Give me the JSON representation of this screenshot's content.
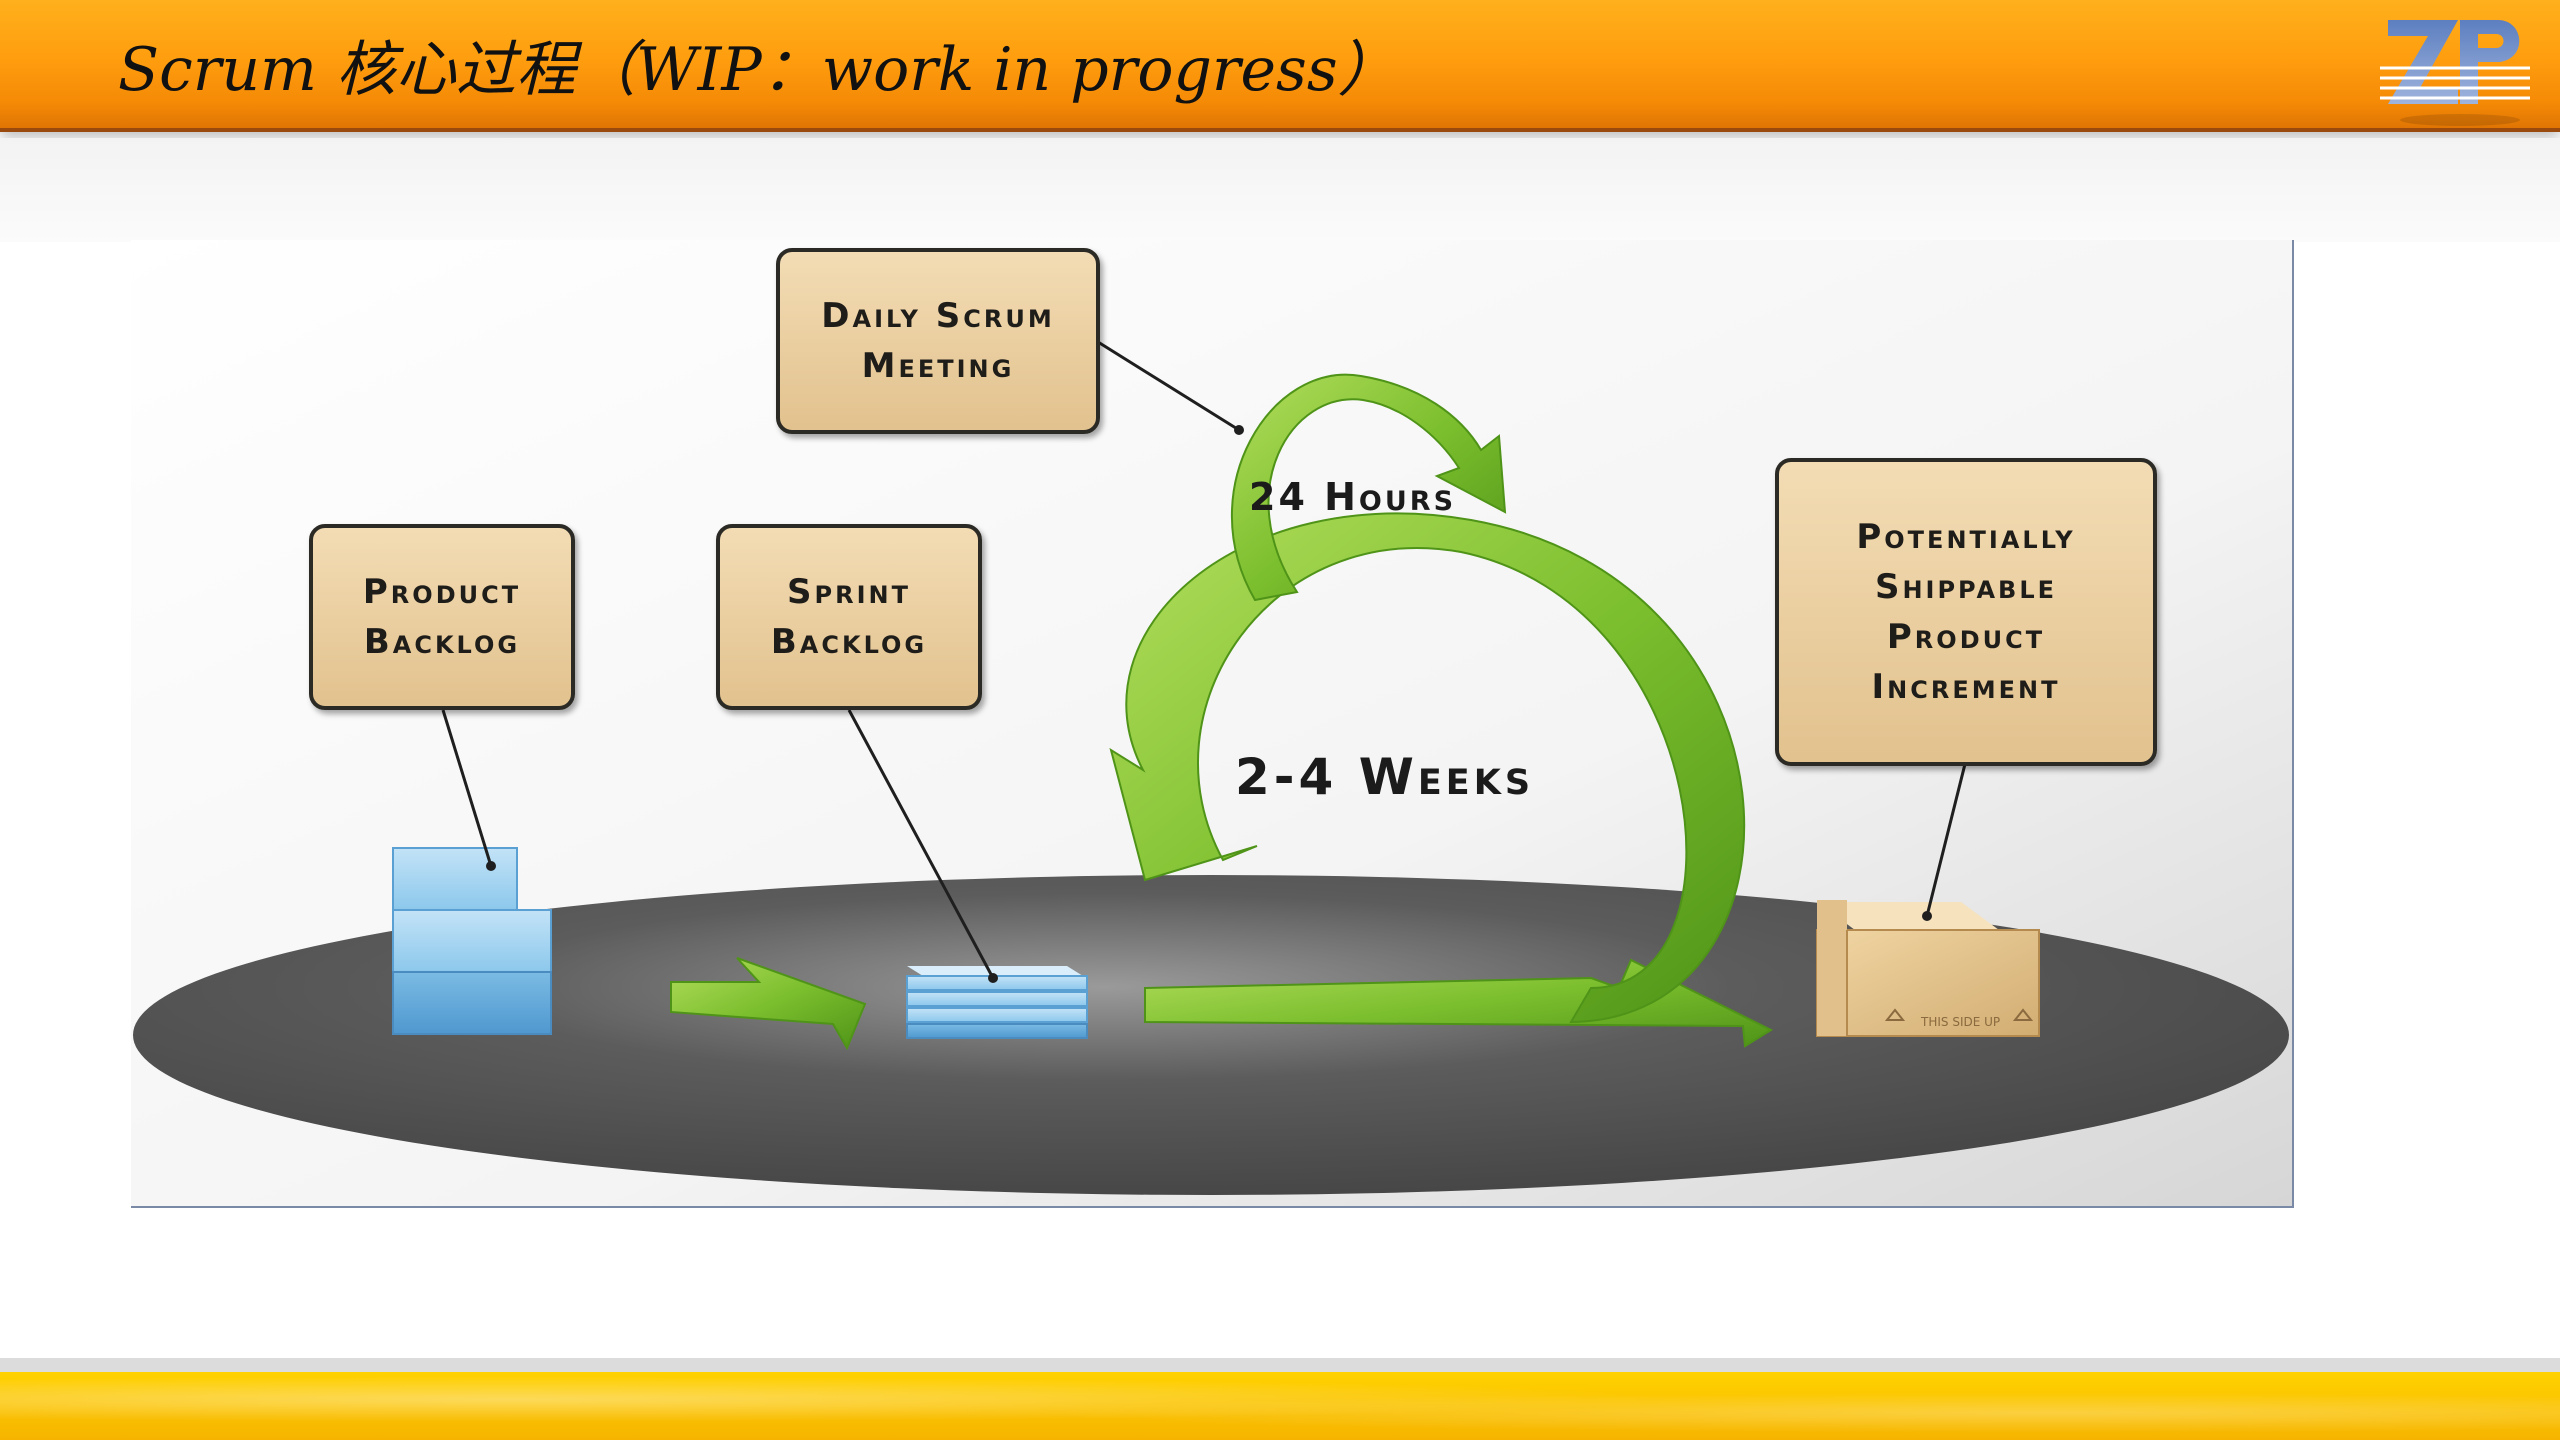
{
  "slide": {
    "title": "Scrum 核心过程（WIP：work in progress）"
  },
  "diagram": {
    "labels": {
      "daily_scrum": "Daily Scrum\nMeeting",
      "product_backlog": "Product\nBacklog",
      "sprint_backlog": "Sprint\nBacklog",
      "increment": "Potentially\nShippable\nProduct\nIncrement"
    },
    "cycles": {
      "daily": "24 Hours",
      "sprint": "2-4 Weeks"
    },
    "box_text": "THIS SIDE UP"
  },
  "colors": {
    "header_orange": "#ff9e0f",
    "footer_yellow": "#ffd200",
    "arrow_green": "#7cbf2e",
    "label_tan": "#e9cc9c",
    "stack_blue": "#8cc8ec"
  }
}
